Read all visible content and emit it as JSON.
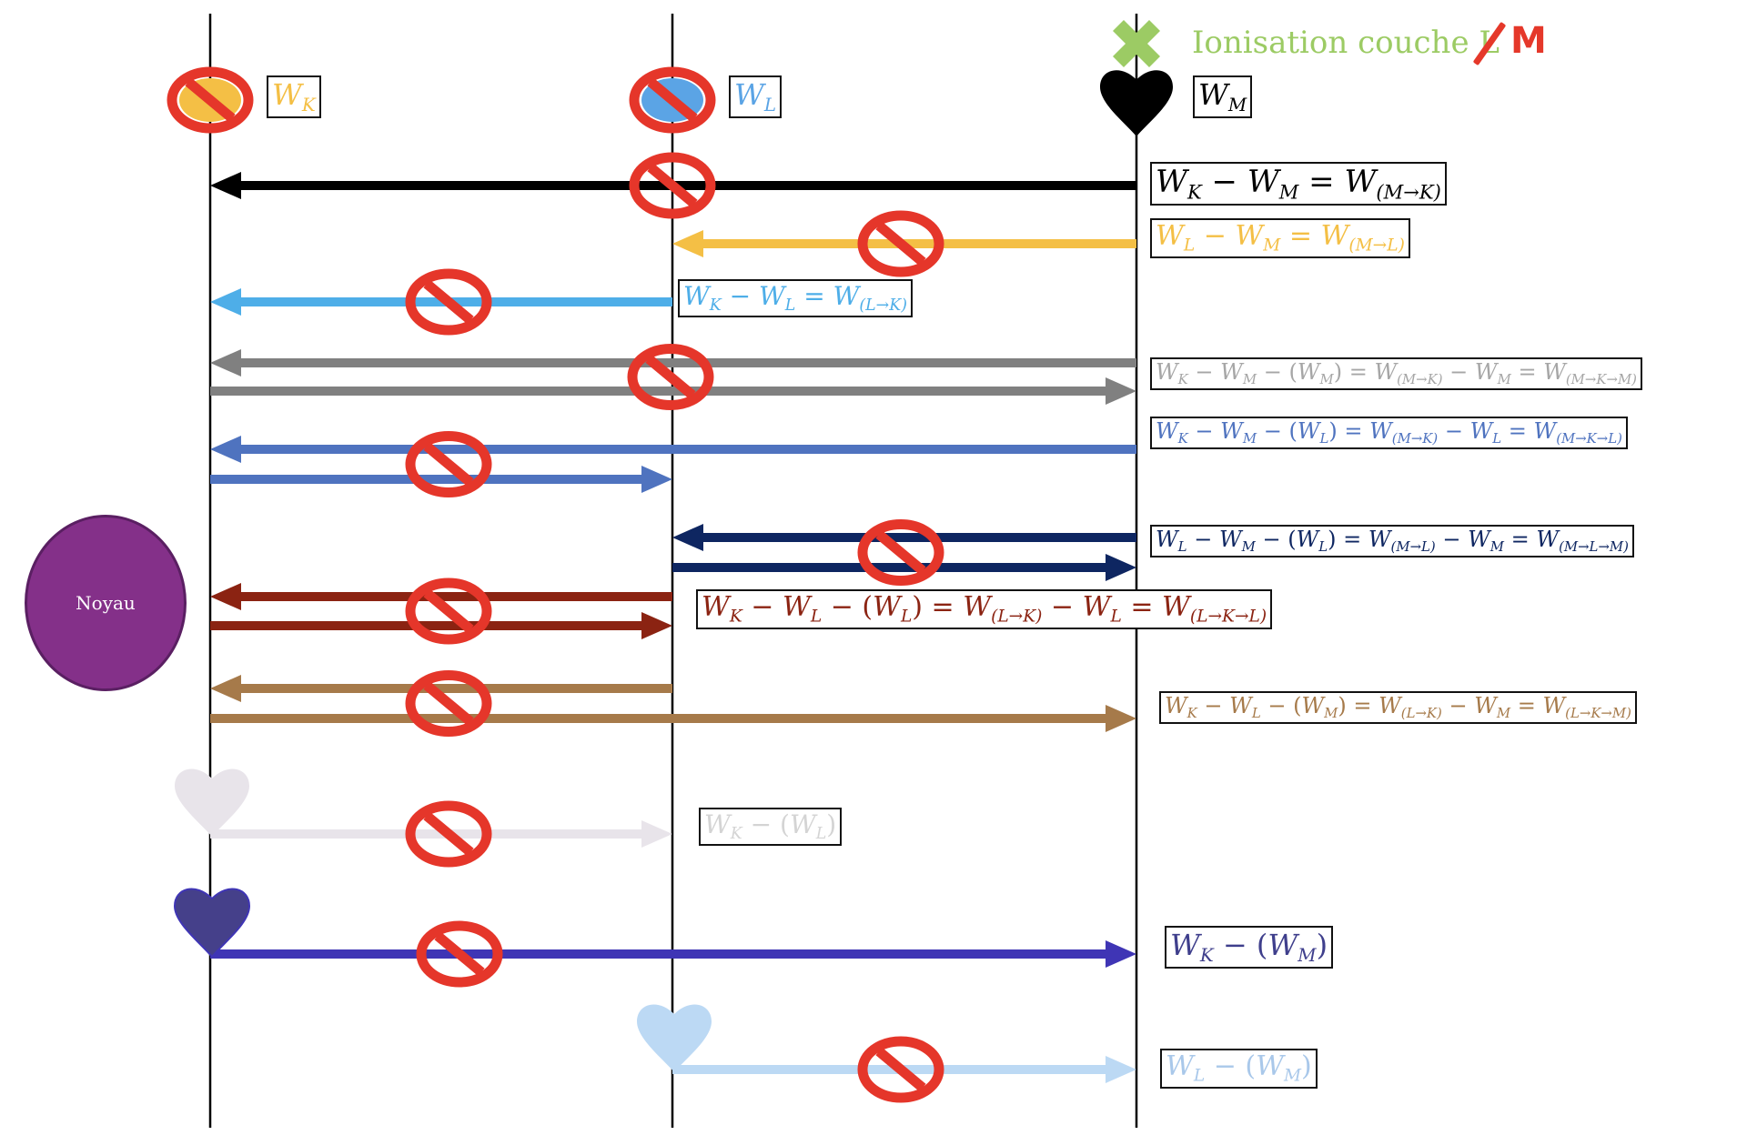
{
  "title": {
    "prefix": "Ionisation couche ",
    "struck_shell": "L",
    "new_shell": "M",
    "cross_color": "#9ccb64",
    "text_color": "#9ccb64",
    "strike_color": "#e5382a"
  },
  "nucleus": {
    "label": "Noyau",
    "color": "#843089"
  },
  "shells": [
    {
      "name": "K",
      "label_main": "W",
      "label_sub": "K",
      "color": "#f4bf45",
      "electron": "blocked"
    },
    {
      "name": "L",
      "label_main": "W",
      "label_sub": "L",
      "color": "#5ba4e5",
      "electron": "blocked"
    },
    {
      "name": "M",
      "label_main": "W",
      "label_sub": "M",
      "color": "#000000",
      "electron": "present"
    }
  ],
  "transitions": [
    {
      "id": "m-to-k",
      "color": "#000000",
      "text_color": "#000000",
      "arrows": [
        {
          "from": "M",
          "to": "K"
        }
      ],
      "blocked": true,
      "equation": [
        [
          "W",
          "K"
        ],
        [
          " − ",
          ""
        ],
        [
          "W",
          "M"
        ],
        [
          " = ",
          ""
        ],
        [
          "W",
          "(M→K)"
        ]
      ]
    },
    {
      "id": "m-to-l",
      "color": "#f4bf45",
      "text_color": "#f4bf45",
      "arrows": [
        {
          "from": "M",
          "to": "L"
        }
      ],
      "blocked": true,
      "equation": [
        [
          "W",
          "L"
        ],
        [
          " − ",
          ""
        ],
        [
          "W",
          "M"
        ],
        [
          " = ",
          ""
        ],
        [
          "W",
          "(M→L)"
        ]
      ]
    },
    {
      "id": "l-to-k",
      "color": "#4eaee8",
      "text_color": "#4eaee8",
      "arrows": [
        {
          "from": "L",
          "to": "K"
        }
      ],
      "blocked": true,
      "equation": [
        [
          "W",
          "K"
        ],
        [
          " − ",
          ""
        ],
        [
          "W",
          "L"
        ],
        [
          " = ",
          ""
        ],
        [
          "W",
          "(L→K)"
        ]
      ]
    },
    {
      "id": "m-k-m",
      "color": "#808080",
      "text_color": "#a6a6a6",
      "arrows": [
        {
          "from": "M",
          "to": "K"
        },
        {
          "from": "K",
          "to": "M"
        }
      ],
      "blocked": true,
      "equation": [
        [
          "W",
          "K"
        ],
        [
          " − ",
          ""
        ],
        [
          "W",
          "M"
        ],
        [
          " − (",
          ""
        ],
        [
          "W",
          "M"
        ],
        [
          ") = ",
          ""
        ],
        [
          "W",
          "(M→K)"
        ],
        [
          " − ",
          ""
        ],
        [
          "W",
          "M"
        ],
        [
          " = ",
          ""
        ],
        [
          "W",
          "(M→K→M)"
        ]
      ]
    },
    {
      "id": "m-k-l",
      "color": "#4f73bf",
      "text_color": "#4f73bf",
      "arrows": [
        {
          "from": "M",
          "to": "K"
        },
        {
          "from": "K",
          "to": "L"
        }
      ],
      "blocked": true,
      "equation": [
        [
          "W",
          "K"
        ],
        [
          " − ",
          ""
        ],
        [
          "W",
          "M"
        ],
        [
          " − (",
          ""
        ],
        [
          "W",
          "L"
        ],
        [
          ") = ",
          ""
        ],
        [
          "W",
          "(M→K)"
        ],
        [
          " − ",
          ""
        ],
        [
          "W",
          "L"
        ],
        [
          " = ",
          ""
        ],
        [
          "W",
          "(M→K→L)"
        ]
      ]
    },
    {
      "id": "m-l-m",
      "color": "#0e2661",
      "text_color": "#0e2661",
      "arrows": [
        {
          "from": "M",
          "to": "L"
        },
        {
          "from": "L",
          "to": "M"
        }
      ],
      "blocked": true,
      "equation": [
        [
          "W",
          "L"
        ],
        [
          " − ",
          ""
        ],
        [
          "W",
          "M"
        ],
        [
          " − (",
          ""
        ],
        [
          "W",
          "L"
        ],
        [
          ") = ",
          ""
        ],
        [
          "W",
          "(M→L)"
        ],
        [
          " − ",
          ""
        ],
        [
          "W",
          "M"
        ],
        [
          " = ",
          ""
        ],
        [
          "W",
          "(M→L→M)"
        ]
      ]
    },
    {
      "id": "l-k-l",
      "color": "#8b2312",
      "text_color": "#8b2312",
      "arrows": [
        {
          "from": "L",
          "to": "K"
        },
        {
          "from": "K",
          "to": "L"
        }
      ],
      "blocked": true,
      "equation": [
        [
          "W",
          "K"
        ],
        [
          " − ",
          ""
        ],
        [
          "W",
          "L"
        ],
        [
          " − (",
          ""
        ],
        [
          "W",
          "L"
        ],
        [
          ") = ",
          ""
        ],
        [
          "W",
          "(L→K)"
        ],
        [
          " − ",
          ""
        ],
        [
          "W",
          "L"
        ],
        [
          " = ",
          ""
        ],
        [
          "W",
          "(L→K→L)"
        ]
      ]
    },
    {
      "id": "l-k-m",
      "color": "#a67a4a",
      "text_color": "#a67a4a",
      "arrows": [
        {
          "from": "L",
          "to": "K"
        },
        {
          "from": "K",
          "to": "M"
        }
      ],
      "blocked": true,
      "equation": [
        [
          "W",
          "K"
        ],
        [
          " − ",
          ""
        ],
        [
          "W",
          "L"
        ],
        [
          " − (",
          ""
        ],
        [
          "W",
          "M"
        ],
        [
          ") = ",
          ""
        ],
        [
          "W",
          "(L→K)"
        ],
        [
          " − ",
          ""
        ],
        [
          "W",
          "M"
        ],
        [
          " = ",
          ""
        ],
        [
          "W",
          "(L→K→M)"
        ]
      ]
    },
    {
      "id": "k-l-escape",
      "color": "#e8e4ea",
      "text_color": "#d4d4d4",
      "arrows": [
        {
          "from": "K",
          "to": "L"
        }
      ],
      "blocked": true,
      "heart": "K",
      "heart_color": "#e8e4ea",
      "equation": [
        [
          "W",
          "K"
        ],
        [
          " − (",
          ""
        ],
        [
          "W",
          "L"
        ],
        [
          ")",
          ""
        ]
      ]
    },
    {
      "id": "k-m-escape",
      "color": "#3f35b5",
      "text_color": "#3f3f8c",
      "arrows": [
        {
          "from": "K",
          "to": "M"
        }
      ],
      "blocked": true,
      "heart": "K",
      "heart_color": "#45408a",
      "equation": [
        [
          "W",
          "K"
        ],
        [
          " − (",
          ""
        ],
        [
          "W",
          "M"
        ],
        [
          ")",
          ""
        ]
      ]
    },
    {
      "id": "l-m-escape",
      "color": "#bcd9f4",
      "text_color": "#a9c8ea",
      "arrows": [
        {
          "from": "L",
          "to": "M"
        }
      ],
      "blocked": true,
      "heart": "L",
      "heart_color": "#bcd9f4",
      "equation": [
        [
          "W",
          "L"
        ],
        [
          " − (",
          ""
        ],
        [
          "W",
          "M"
        ],
        [
          ")",
          ""
        ]
      ]
    }
  ],
  "blocked_symbol_color": "#e5362a"
}
